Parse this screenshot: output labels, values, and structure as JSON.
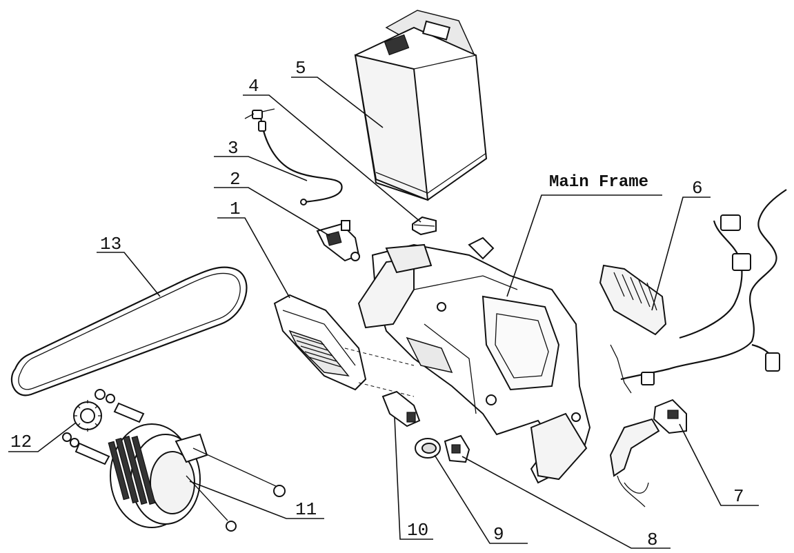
{
  "callouts": {
    "main_frame": "Main Frame",
    "c1": "1",
    "c2": "2",
    "c3": "3",
    "c4": "4",
    "c5": "5",
    "c6": "6",
    "c7": "7",
    "c8": "8",
    "c9": "9",
    "c10": "10",
    "c11": "11",
    "c12": "12",
    "c13": "13"
  }
}
